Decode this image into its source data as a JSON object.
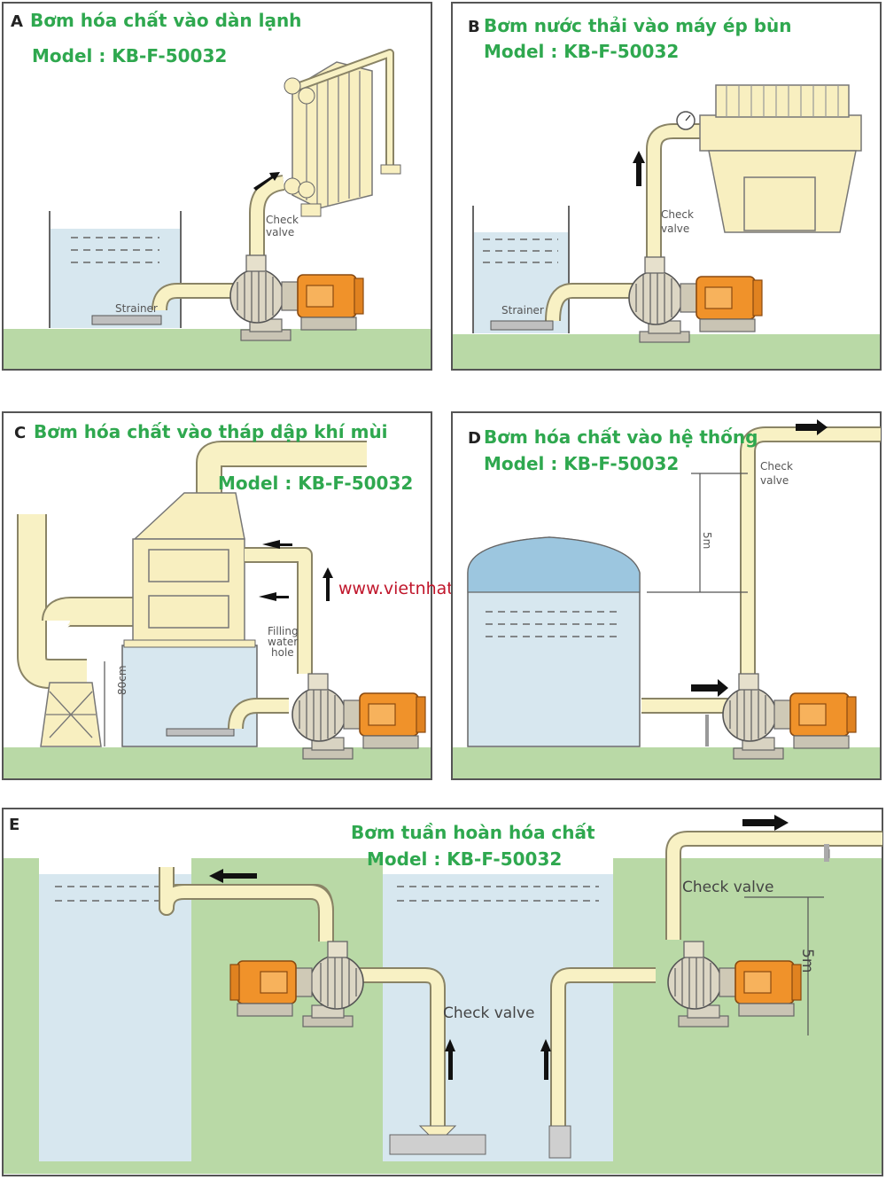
{
  "panels": {
    "a": {
      "letter": "A",
      "title": "Bơm hóa chất vào dàn lạnh",
      "model": "Model : KB-F-50032",
      "check_valve": [
        "Check",
        "valve"
      ],
      "strainer": "Strainer"
    },
    "b": {
      "letter": "B",
      "title": "Bơm nước thải vào máy ép bùn",
      "model": "Model : KB-F-50032",
      "check_valve": [
        "Check",
        "valve"
      ],
      "strainer": "Strainer"
    },
    "c": {
      "letter": "C",
      "title": "Bơm hóa chất vào tháp dập khí mùi",
      "model": "Model : KB-F-50032",
      "filling": [
        "Filling",
        "water",
        "hole"
      ],
      "height": "80cm",
      "website": "www.vietnhat.company"
    },
    "d": {
      "letter": "D",
      "title": "Bơm hóa chất vào hệ thống",
      "model": "Model : KB-F-50032",
      "check_valve": [
        "Check",
        "valve"
      ],
      "height": "5m"
    },
    "e": {
      "letter": "E",
      "title": "Bơm tuần hoàn hóa chất",
      "model": "Model : KB-F-50032",
      "check_valve_left": "Check  valve",
      "check_valve_right": "Check  valve",
      "height": "5m"
    }
  },
  "colors": {
    "title_green": "#2fa84f",
    "ground": "#b9d9a6",
    "water": "#d7e7ef",
    "pipe": "#f8f1c4",
    "motor": "#f0922a",
    "website_red": "#c0162b"
  },
  "icons": [
    "pump-icon",
    "check-valve-icon",
    "flow-arrow-icon",
    "strainer-icon",
    "pressure-gauge-icon"
  ]
}
